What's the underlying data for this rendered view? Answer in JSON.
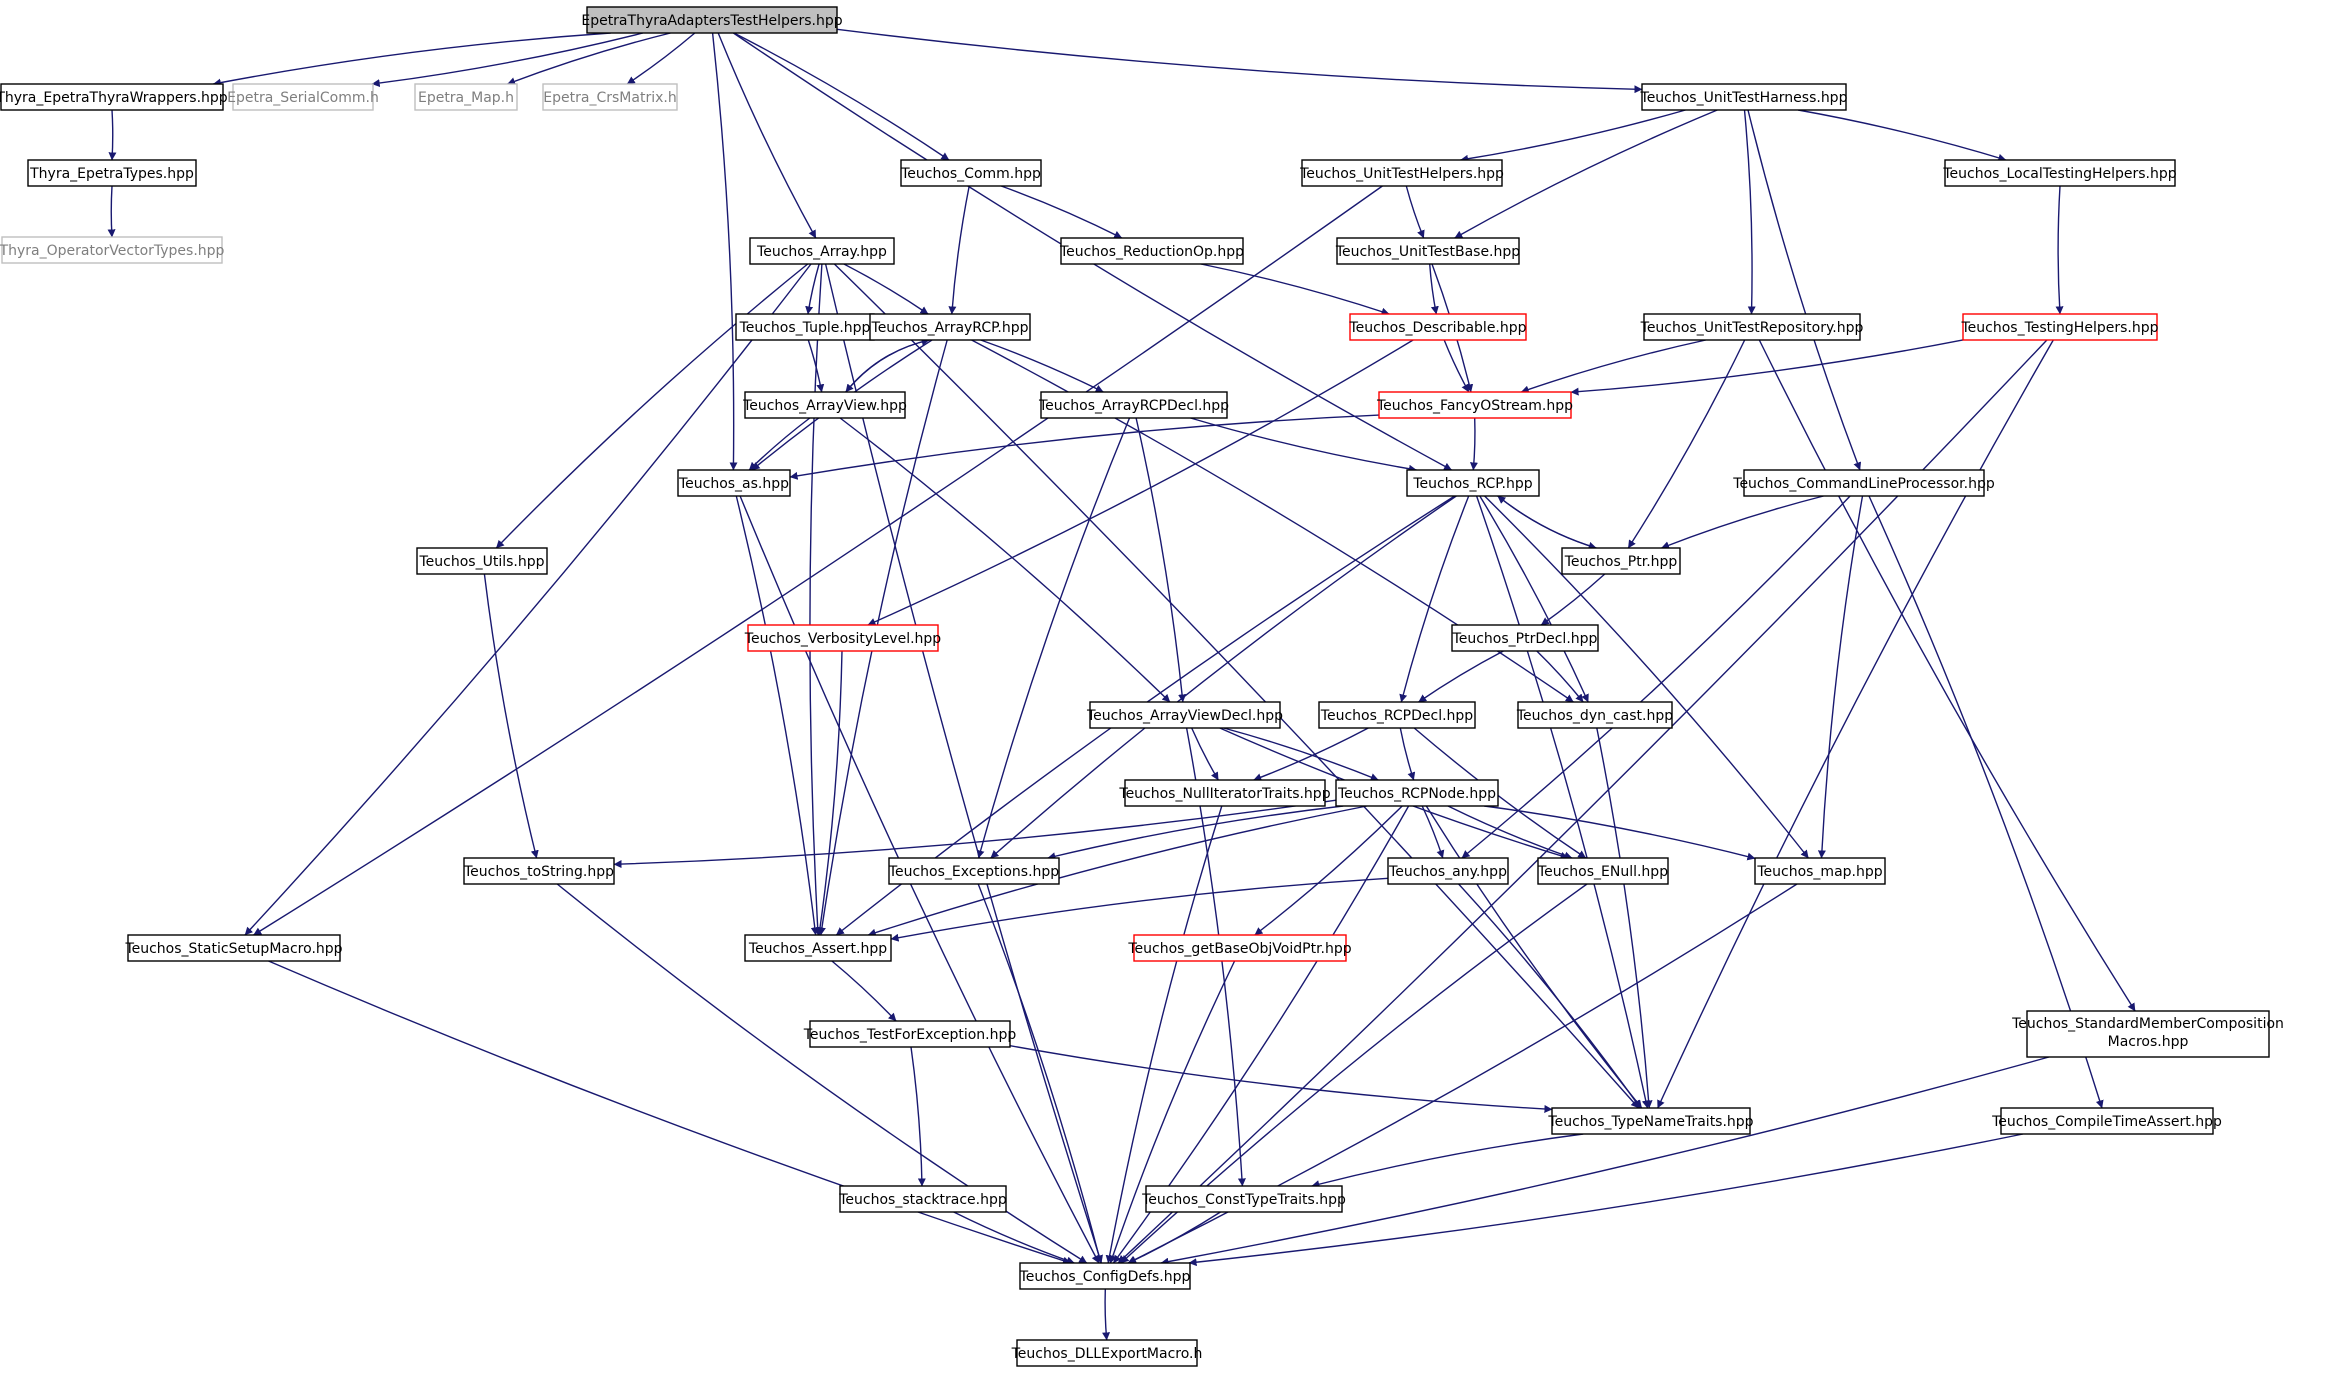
{
  "colors": {
    "edge": "#191970",
    "node_border": "#000000",
    "root_fill": "#bfbfbf",
    "external_border": "#bfbfbf",
    "external_text": "#7f7f7f",
    "highlight_border": "#ff0000",
    "background": "#ffffff"
  },
  "nodes": [
    {
      "id": "EpetraThyraAdaptersTestHelpers.hpp",
      "label": "EpetraThyraAdaptersTestHelpers.hpp",
      "style": "root"
    },
    {
      "id": "Thyra_EpetraThyraWrappers.hpp",
      "label": "Thyra_EpetraThyraWrappers.hpp",
      "style": "normal"
    },
    {
      "id": "Epetra_SerialComm.h",
      "label": "Epetra_SerialComm.h",
      "style": "external"
    },
    {
      "id": "Epetra_Map.h",
      "label": "Epetra_Map.h",
      "style": "external"
    },
    {
      "id": "Epetra_CrsMatrix.h",
      "label": "Epetra_CrsMatrix.h",
      "style": "external"
    },
    {
      "id": "Thyra_EpetraTypes.hpp",
      "label": "Thyra_EpetraTypes.hpp",
      "style": "normal"
    },
    {
      "id": "Thyra_OperatorVectorTypes.hpp",
      "label": "Thyra_OperatorVectorTypes.hpp",
      "style": "external"
    },
    {
      "id": "Teuchos_UnitTestHarness.hpp",
      "label": "Teuchos_UnitTestHarness.hpp",
      "style": "normal"
    },
    {
      "id": "Teuchos_Comm.hpp",
      "label": "Teuchos_Comm.hpp",
      "style": "normal"
    },
    {
      "id": "Teuchos_UnitTestHelpers.hpp",
      "label": "Teuchos_UnitTestHelpers.hpp",
      "style": "normal"
    },
    {
      "id": "Teuchos_LocalTestingHelpers.hpp",
      "label": "Teuchos_LocalTestingHelpers.hpp",
      "style": "normal"
    },
    {
      "id": "Teuchos_Array.hpp",
      "label": "Teuchos_Array.hpp",
      "style": "normal"
    },
    {
      "id": "Teuchos_ReductionOp.hpp",
      "label": "Teuchos_ReductionOp.hpp",
      "style": "normal"
    },
    {
      "id": "Teuchos_UnitTestBase.hpp",
      "label": "Teuchos_UnitTestBase.hpp",
      "style": "normal"
    },
    {
      "id": "Teuchos_Tuple.hpp",
      "label": "Teuchos_Tuple.hpp",
      "style": "normal"
    },
    {
      "id": "Teuchos_ArrayRCP.hpp",
      "label": "Teuchos_ArrayRCP.hpp",
      "style": "normal"
    },
    {
      "id": "Teuchos_Describable.hpp",
      "label": "Teuchos_Describable.hpp",
      "style": "highlight"
    },
    {
      "id": "Teuchos_UnitTestRepository.hpp",
      "label": "Teuchos_UnitTestRepository.hpp",
      "style": "normal"
    },
    {
      "id": "Teuchos_TestingHelpers.hpp",
      "label": "Teuchos_TestingHelpers.hpp",
      "style": "highlight"
    },
    {
      "id": "Teuchos_ArrayView.hpp",
      "label": "Teuchos_ArrayView.hpp",
      "style": "normal"
    },
    {
      "id": "Teuchos_ArrayRCPDecl.hpp",
      "label": "Teuchos_ArrayRCPDecl.hpp",
      "style": "normal"
    },
    {
      "id": "Teuchos_FancyOStream.hpp",
      "label": "Teuchos_FancyOStream.hpp",
      "style": "highlight"
    },
    {
      "id": "Teuchos_as.hpp",
      "label": "Teuchos_as.hpp",
      "style": "normal"
    },
    {
      "id": "Teuchos_RCP.hpp",
      "label": "Teuchos_RCP.hpp",
      "style": "normal"
    },
    {
      "id": "Teuchos_CommandLineProcessor.hpp",
      "label": "Teuchos_CommandLineProcessor.hpp",
      "style": "normal"
    },
    {
      "id": "Teuchos_Utils.hpp",
      "label": "Teuchos_Utils.hpp",
      "style": "normal"
    },
    {
      "id": "Teuchos_Ptr.hpp",
      "label": "Teuchos_Ptr.hpp",
      "style": "normal"
    },
    {
      "id": "Teuchos_VerbosityLevel.hpp",
      "label": "Teuchos_VerbosityLevel.hpp",
      "style": "highlight"
    },
    {
      "id": "Teuchos_PtrDecl.hpp",
      "label": "Teuchos_PtrDecl.hpp",
      "style": "normal"
    },
    {
      "id": "Teuchos_ArrayViewDecl.hpp",
      "label": "Teuchos_ArrayViewDecl.hpp",
      "style": "normal"
    },
    {
      "id": "Teuchos_RCPDecl.hpp",
      "label": "Teuchos_RCPDecl.hpp",
      "style": "normal"
    },
    {
      "id": "Teuchos_dyn_cast.hpp",
      "label": "Teuchos_dyn_cast.hpp",
      "style": "normal"
    },
    {
      "id": "Teuchos_NullIteratorTraits.hpp",
      "label": "Teuchos_NullIteratorTraits.hpp",
      "style": "normal"
    },
    {
      "id": "Teuchos_RCPNode.hpp",
      "label": "Teuchos_RCPNode.hpp",
      "style": "normal"
    },
    {
      "id": "Teuchos_toString.hpp",
      "label": "Teuchos_toString.hpp",
      "style": "normal"
    },
    {
      "id": "Teuchos_Exceptions.hpp",
      "label": "Teuchos_Exceptions.hpp",
      "style": "normal"
    },
    {
      "id": "Teuchos_any.hpp",
      "label": "Teuchos_any.hpp",
      "style": "normal"
    },
    {
      "id": "Teuchos_ENull.hpp",
      "label": "Teuchos_ENull.hpp",
      "style": "normal"
    },
    {
      "id": "Teuchos_map.hpp",
      "label": "Teuchos_map.hpp",
      "style": "normal"
    },
    {
      "id": "Teuchos_StaticSetupMacro.hpp",
      "label": "Teuchos_StaticSetupMacro.hpp",
      "style": "normal"
    },
    {
      "id": "Teuchos_Assert.hpp",
      "label": "Teuchos_Assert.hpp",
      "style": "normal"
    },
    {
      "id": "Teuchos_getBaseObjVoidPtr.hpp",
      "label": "Teuchos_getBaseObjVoidPtr.hpp",
      "style": "highlight"
    },
    {
      "id": "Teuchos_TestForException.hpp",
      "label": "Teuchos_TestForException.hpp",
      "style": "normal"
    },
    {
      "id": "Teuchos_StandardMemberCompositionMacros.hpp",
      "label": "Teuchos_StandardMemberComposition Macros.hpp",
      "lines": [
        "Teuchos_StandardMemberComposition",
        "Macros.hpp"
      ],
      "style": "normal"
    },
    {
      "id": "Teuchos_TypeNameTraits.hpp",
      "label": "Teuchos_TypeNameTraits.hpp",
      "style": "normal"
    },
    {
      "id": "Teuchos_CompileTimeAssert.hpp",
      "label": "Teuchos_CompileTimeAssert.hpp",
      "style": "normal"
    },
    {
      "id": "Teuchos_stacktrace.hpp",
      "label": "Teuchos_stacktrace.hpp",
      "style": "normal"
    },
    {
      "id": "Teuchos_ConstTypeTraits.hpp",
      "label": "Teuchos_ConstTypeTraits.hpp",
      "style": "normal"
    },
    {
      "id": "Teuchos_ConfigDefs.hpp",
      "label": "Teuchos_ConfigDefs.hpp",
      "style": "normal"
    },
    {
      "id": "Teuchos_DLLExportMacro.h",
      "label": "Teuchos_DLLExportMacro.h",
      "style": "normal"
    }
  ],
  "edges": [
    [
      "EpetraThyraAdaptersTestHelpers.hpp",
      "Thyra_EpetraThyraWrappers.hpp"
    ],
    [
      "EpetraThyraAdaptersTestHelpers.hpp",
      "Epetra_SerialComm.h"
    ],
    [
      "EpetraThyraAdaptersTestHelpers.hpp",
      "Epetra_Map.h"
    ],
    [
      "EpetraThyraAdaptersTestHelpers.hpp",
      "Epetra_CrsMatrix.h"
    ],
    [
      "EpetraThyraAdaptersTestHelpers.hpp",
      "Teuchos_UnitTestHarness.hpp"
    ],
    [
      "EpetraThyraAdaptersTestHelpers.hpp",
      "Teuchos_Comm.hpp"
    ],
    [
      "EpetraThyraAdaptersTestHelpers.hpp",
      "Teuchos_Array.hpp"
    ],
    [
      "EpetraThyraAdaptersTestHelpers.hpp",
      "Teuchos_as.hpp"
    ],
    [
      "EpetraThyraAdaptersTestHelpers.hpp",
      "Teuchos_RCP.hpp"
    ],
    [
      "Thyra_EpetraThyraWrappers.hpp",
      "Thyra_EpetraTypes.hpp"
    ],
    [
      "Thyra_EpetraTypes.hpp",
      "Thyra_OperatorVectorTypes.hpp"
    ],
    [
      "Teuchos_UnitTestHarness.hpp",
      "Teuchos_UnitTestHelpers.hpp"
    ],
    [
      "Teuchos_UnitTestHarness.hpp",
      "Teuchos_UnitTestBase.hpp"
    ],
    [
      "Teuchos_UnitTestHarness.hpp",
      "Teuchos_UnitTestRepository.hpp"
    ],
    [
      "Teuchos_UnitTestHarness.hpp",
      "Teuchos_CommandLineProcessor.hpp"
    ],
    [
      "Teuchos_UnitTestHarness.hpp",
      "Teuchos_LocalTestingHelpers.hpp"
    ],
    [
      "Teuchos_UnitTestHelpers.hpp",
      "Teuchos_UnitTestBase.hpp"
    ],
    [
      "Teuchos_UnitTestHelpers.hpp",
      "Teuchos_StaticSetupMacro.hpp"
    ],
    [
      "Teuchos_LocalTestingHelpers.hpp",
      "Teuchos_TestingHelpers.hpp"
    ],
    [
      "Teuchos_Comm.hpp",
      "Teuchos_ReductionOp.hpp"
    ],
    [
      "Teuchos_Comm.hpp",
      "Teuchos_ArrayRCP.hpp"
    ],
    [
      "Teuchos_ReductionOp.hpp",
      "Teuchos_Describable.hpp"
    ],
    [
      "Teuchos_UnitTestBase.hpp",
      "Teuchos_Describable.hpp"
    ],
    [
      "Teuchos_UnitTestBase.hpp",
      "Teuchos_FancyOStream.hpp"
    ],
    [
      "Teuchos_Describable.hpp",
      "Teuchos_FancyOStream.hpp"
    ],
    [
      "Teuchos_Describable.hpp",
      "Teuchos_VerbosityLevel.hpp"
    ],
    [
      "Teuchos_UnitTestRepository.hpp",
      "Teuchos_FancyOStream.hpp"
    ],
    [
      "Teuchos_UnitTestRepository.hpp",
      "Teuchos_Ptr.hpp"
    ],
    [
      "Teuchos_UnitTestRepository.hpp",
      "Teuchos_StandardMemberCompositionMacros.hpp"
    ],
    [
      "Teuchos_TestingHelpers.hpp",
      "Teuchos_FancyOStream.hpp"
    ],
    [
      "Teuchos_TestingHelpers.hpp",
      "Teuchos_TypeNameTraits.hpp"
    ],
    [
      "Teuchos_TestingHelpers.hpp",
      "Teuchos_ConfigDefs.hpp"
    ],
    [
      "Teuchos_Array.hpp",
      "Teuchos_Tuple.hpp"
    ],
    [
      "Teuchos_Array.hpp",
      "Teuchos_ArrayRCP.hpp"
    ],
    [
      "Teuchos_Array.hpp",
      "Teuchos_Utils.hpp"
    ],
    [
      "Teuchos_Array.hpp",
      "Teuchos_StaticSetupMacro.hpp"
    ],
    [
      "Teuchos_Array.hpp",
      "Teuchos_Assert.hpp"
    ],
    [
      "Teuchos_Array.hpp",
      "Teuchos_TypeNameTraits.hpp"
    ],
    [
      "Teuchos_Array.hpp",
      "Teuchos_ConfigDefs.hpp"
    ],
    [
      "Teuchos_Tuple.hpp",
      "Teuchos_ArrayView.hpp"
    ],
    [
      "Teuchos_ArrayRCP.hpp",
      "Teuchos_ArrayView.hpp"
    ],
    [
      "Teuchos_ArrayRCP.hpp",
      "Teuchos_ArrayRCPDecl.hpp"
    ],
    [
      "Teuchos_ArrayRCP.hpp",
      "Teuchos_as.hpp"
    ],
    [
      "Teuchos_ArrayRCP.hpp",
      "Teuchos_dyn_cast.hpp"
    ],
    [
      "Teuchos_ArrayRCP.hpp",
      "Teuchos_Assert.hpp"
    ],
    [
      "Teuchos_ArrayView.hpp",
      "Teuchos_ArrayRCP.hpp"
    ],
    [
      "Teuchos_ArrayView.hpp",
      "Teuchos_as.hpp"
    ],
    [
      "Teuchos_ArrayView.hpp",
      "Teuchos_ArrayViewDecl.hpp"
    ],
    [
      "Teuchos_ArrayRCPDecl.hpp",
      "Teuchos_RCP.hpp"
    ],
    [
      "Teuchos_ArrayRCPDecl.hpp",
      "Teuchos_ArrayViewDecl.hpp"
    ],
    [
      "Teuchos_ArrayRCPDecl.hpp",
      "Teuchos_Exceptions.hpp"
    ],
    [
      "Teuchos_FancyOStream.hpp",
      "Teuchos_RCP.hpp"
    ],
    [
      "Teuchos_FancyOStream.hpp",
      "Teuchos_as.hpp"
    ],
    [
      "Teuchos_as.hpp",
      "Teuchos_Assert.hpp"
    ],
    [
      "Teuchos_as.hpp",
      "Teuchos_ConfigDefs.hpp"
    ],
    [
      "Teuchos_RCP.hpp",
      "Teuchos_Ptr.hpp"
    ],
    [
      "Teuchos_RCP.hpp",
      "Teuchos_RCPDecl.hpp"
    ],
    [
      "Teuchos_RCP.hpp",
      "Teuchos_dyn_cast.hpp"
    ],
    [
      "Teuchos_RCP.hpp",
      "Teuchos_Exceptions.hpp"
    ],
    [
      "Teuchos_RCP.hpp",
      "Teuchos_map.hpp"
    ],
    [
      "Teuchos_RCP.hpp",
      "Teuchos_Assert.hpp"
    ],
    [
      "Teuchos_RCP.hpp",
      "Teuchos_TypeNameTraits.hpp"
    ],
    [
      "Teuchos_Ptr.hpp",
      "Teuchos_RCP.hpp"
    ],
    [
      "Teuchos_Ptr.hpp",
      "Teuchos_PtrDecl.hpp"
    ],
    [
      "Teuchos_PtrDecl.hpp",
      "Teuchos_RCPDecl.hpp"
    ],
    [
      "Teuchos_PtrDecl.hpp",
      "Teuchos_dyn_cast.hpp"
    ],
    [
      "Teuchos_CommandLineProcessor.hpp",
      "Teuchos_Ptr.hpp"
    ],
    [
      "Teuchos_CommandLineProcessor.hpp",
      "Teuchos_any.hpp"
    ],
    [
      "Teuchos_CommandLineProcessor.hpp",
      "Teuchos_map.hpp"
    ],
    [
      "Teuchos_CommandLineProcessor.hpp",
      "Teuchos_CompileTimeAssert.hpp"
    ],
    [
      "Teuchos_Utils.hpp",
      "Teuchos_toString.hpp"
    ],
    [
      "Teuchos_VerbosityLevel.hpp",
      "Teuchos_Assert.hpp"
    ],
    [
      "Teuchos_ArrayViewDecl.hpp",
      "Teuchos_NullIteratorTraits.hpp"
    ],
    [
      "Teuchos_ArrayViewDecl.hpp",
      "Teuchos_RCPNode.hpp"
    ],
    [
      "Teuchos_ArrayViewDecl.hpp",
      "Teuchos_ENull.hpp"
    ],
    [
      "Teuchos_ArrayViewDecl.hpp",
      "Teuchos_ConstTypeTraits.hpp"
    ],
    [
      "Teuchos_RCPDecl.hpp",
      "Teuchos_RCPNode.hpp"
    ],
    [
      "Teuchos_RCPDecl.hpp",
      "Teuchos_NullIteratorTraits.hpp"
    ],
    [
      "Teuchos_RCPDecl.hpp",
      "Teuchos_ENull.hpp"
    ],
    [
      "Teuchos_dyn_cast.hpp",
      "Teuchos_TypeNameTraits.hpp"
    ],
    [
      "Teuchos_NullIteratorTraits.hpp",
      "Teuchos_ConfigDefs.hpp"
    ],
    [
      "Teuchos_RCPNode.hpp",
      "Teuchos_toString.hpp"
    ],
    [
      "Teuchos_RCPNode.hpp",
      "Teuchos_Exceptions.hpp"
    ],
    [
      "Teuchos_RCPNode.hpp",
      "Teuchos_any.hpp"
    ],
    [
      "Teuchos_RCPNode.hpp",
      "Teuchos_ENull.hpp"
    ],
    [
      "Teuchos_RCPNode.hpp",
      "Teuchos_map.hpp"
    ],
    [
      "Teuchos_RCPNode.hpp",
      "Teuchos_Assert.hpp"
    ],
    [
      "Teuchos_RCPNode.hpp",
      "Teuchos_getBaseObjVoidPtr.hpp"
    ],
    [
      "Teuchos_RCPNode.hpp",
      "Teuchos_TypeNameTraits.hpp"
    ],
    [
      "Teuchos_RCPNode.hpp",
      "Teuchos_ConfigDefs.hpp"
    ],
    [
      "Teuchos_toString.hpp",
      "Teuchos_ConfigDefs.hpp"
    ],
    [
      "Teuchos_Exceptions.hpp",
      "Teuchos_ConfigDefs.hpp"
    ],
    [
      "Teuchos_any.hpp",
      "Teuchos_Assert.hpp"
    ],
    [
      "Teuchos_any.hpp",
      "Teuchos_TypeNameTraits.hpp"
    ],
    [
      "Teuchos_ENull.hpp",
      "Teuchos_ConfigDefs.hpp"
    ],
    [
      "Teuchos_map.hpp",
      "Teuchos_ConfigDefs.hpp"
    ],
    [
      "Teuchos_StaticSetupMacro.hpp",
      "Teuchos_ConfigDefs.hpp"
    ],
    [
      "Teuchos_Assert.hpp",
      "Teuchos_TestForException.hpp"
    ],
    [
      "Teuchos_getBaseObjVoidPtr.hpp",
      "Teuchos_ConfigDefs.hpp"
    ],
    [
      "Teuchos_TestForException.hpp",
      "Teuchos_stacktrace.hpp"
    ],
    [
      "Teuchos_TestForException.hpp",
      "Teuchos_TypeNameTraits.hpp"
    ],
    [
      "Teuchos_StandardMemberCompositionMacros.hpp",
      "Teuchos_ConfigDefs.hpp"
    ],
    [
      "Teuchos_TypeNameTraits.hpp",
      "Teuchos_ConstTypeTraits.hpp"
    ],
    [
      "Teuchos_CompileTimeAssert.hpp",
      "Teuchos_ConfigDefs.hpp"
    ],
    [
      "Teuchos_stacktrace.hpp",
      "Teuchos_ConfigDefs.hpp"
    ],
    [
      "Teuchos_ConstTypeTraits.hpp",
      "Teuchos_ConfigDefs.hpp"
    ],
    [
      "Teuchos_ConfigDefs.hpp",
      "Teuchos_DLLExportMacro.h"
    ]
  ]
}
